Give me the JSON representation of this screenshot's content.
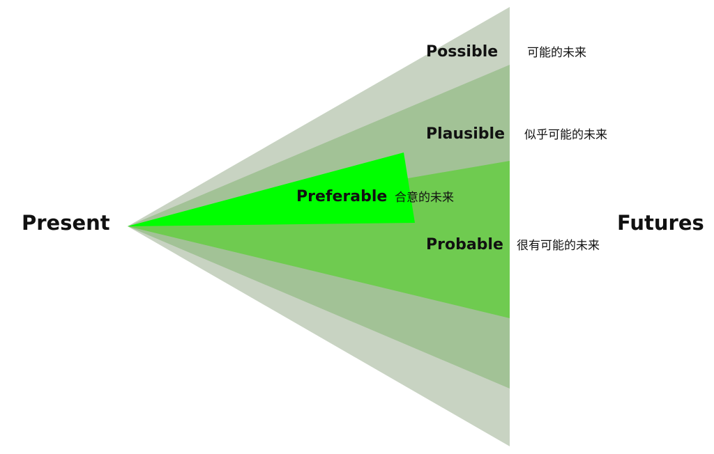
{
  "endpoints": {
    "start": "Present",
    "end": "Futures"
  },
  "cones": [
    {
      "id": "possible",
      "label": "Possible",
      "translation": "可能的未来",
      "color": "#c8d3c2"
    },
    {
      "id": "plausible",
      "label": "Plausible",
      "translation": "似乎可能的未来",
      "color": "#a2c296"
    },
    {
      "id": "probable",
      "label": "Probable",
      "translation": "很有可能的未来",
      "color": "#6fcb50"
    },
    {
      "id": "preferable",
      "label": "Preferable",
      "translation": "合意的未来",
      "color": "#00ff00"
    }
  ]
}
